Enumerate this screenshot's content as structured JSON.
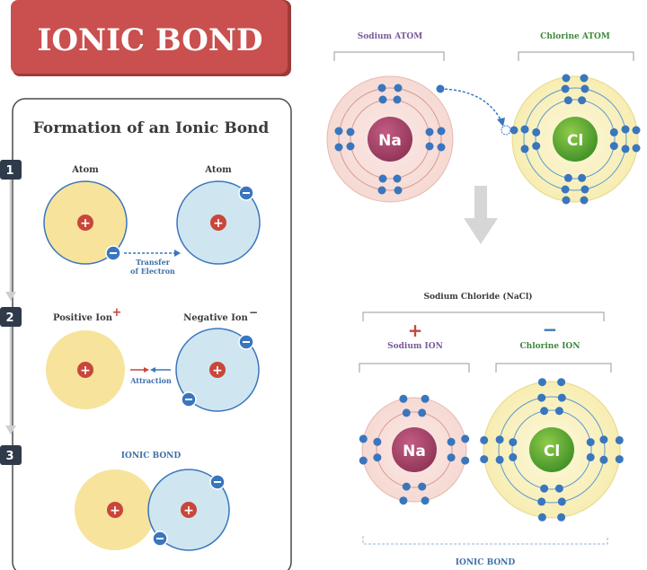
{
  "title": "IONIC BOND",
  "left_panel": {
    "heading": "Formation of an Ionic Bond",
    "steps": [
      {
        "number": "1",
        "label_left": "Atom",
        "label_right": "Atom",
        "arrow_text_1": "Transfer",
        "arrow_text_2": "of Electron"
      },
      {
        "number": "2",
        "label_left": "Positive Ion",
        "label_left_sup": "+",
        "label_right": "Negative Ion",
        "label_right_sup": "−",
        "arrow_text": "Attraction"
      },
      {
        "number": "3",
        "label": "IONIC BOND"
      }
    ]
  },
  "right_panel": {
    "sodium_atom_label": "Sodium ATOM",
    "chlorine_atom_label": "Chlorine ATOM",
    "sodium_symbol": "Na",
    "chlorine_symbol": "Cl",
    "compound_label": "Sodium Chloride (NaCl)",
    "plus_sign": "+",
    "minus_sign": "−",
    "sodium_ion_label": "Sodium ION",
    "chlorine_ion_label": "Chlorine ION",
    "bottom_label": "IONIC BOND"
  },
  "colors": {
    "title_banner": "#c9504f",
    "title_banner_dark": "#9e3a3a",
    "text_dark": "#3b3b3b",
    "blue_text": "#3f6fa8",
    "purple_text": "#7a5a9a",
    "green_text": "#3d8a3d",
    "red_sign": "#c9463a",
    "electron": "#3a76bd",
    "positive_fill": "#f7e39b",
    "negative_fill": "#cfe6f0",
    "na_fill": "#a04468",
    "cl_fill": "#5aa833",
    "step_badge": "#2f3a4a"
  }
}
